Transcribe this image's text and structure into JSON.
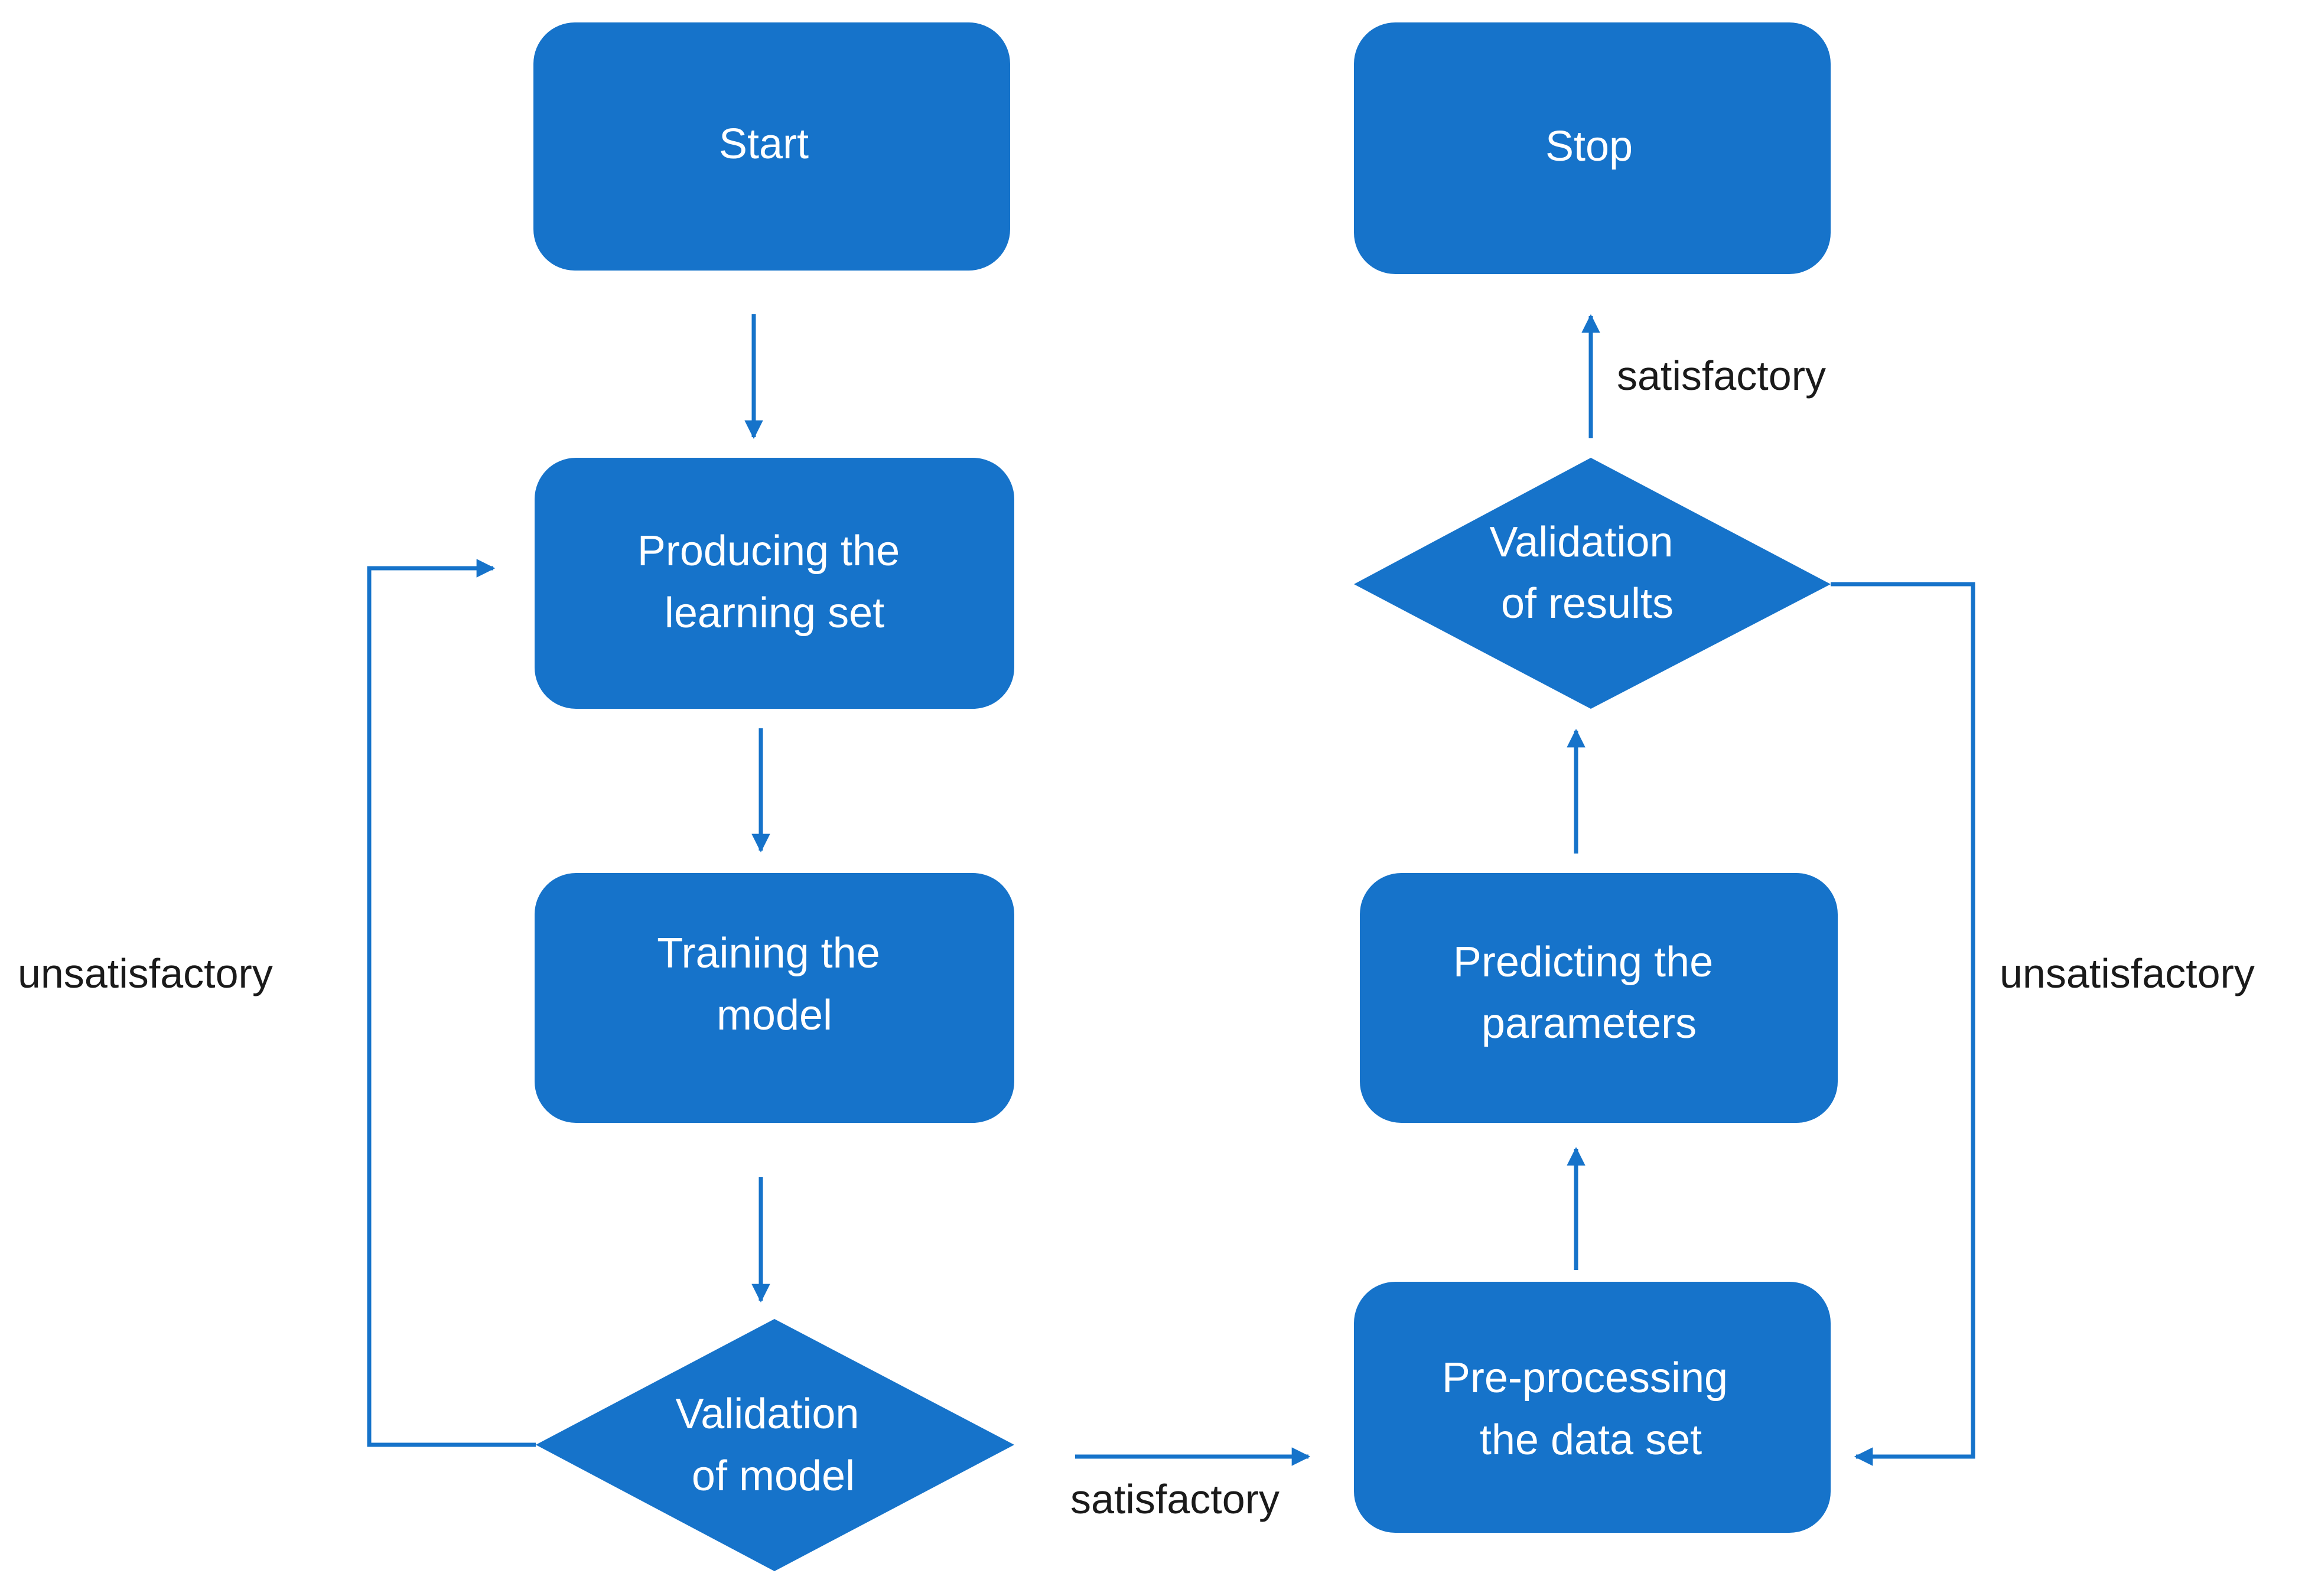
{
  "colors": {
    "node_fill": "#1673CA",
    "node_text": "#FFFFFF",
    "connector": "#1673CA",
    "label_text": "#1A1A1A",
    "background": "#FFFFFF"
  },
  "nodes": {
    "start": [
      "Start"
    ],
    "stop": [
      "Stop"
    ],
    "producing": [
      "Producing the",
      "learning set"
    ],
    "training": [
      "Training the",
      "model"
    ],
    "validation_model": [
      "Validation",
      "of model"
    ],
    "preprocessing": [
      "Pre-processing",
      "the data set"
    ],
    "predicting": [
      "Predicting the",
      "parameters"
    ],
    "validation_results": [
      "Validation",
      "of results"
    ]
  },
  "edge_labels": {
    "model_unsatisfactory": "unsatisfactory",
    "model_satisfactory": "satisfactory",
    "results_unsatisfactory": "unsatisfactory",
    "results_satisfactory": "satisfactory"
  }
}
